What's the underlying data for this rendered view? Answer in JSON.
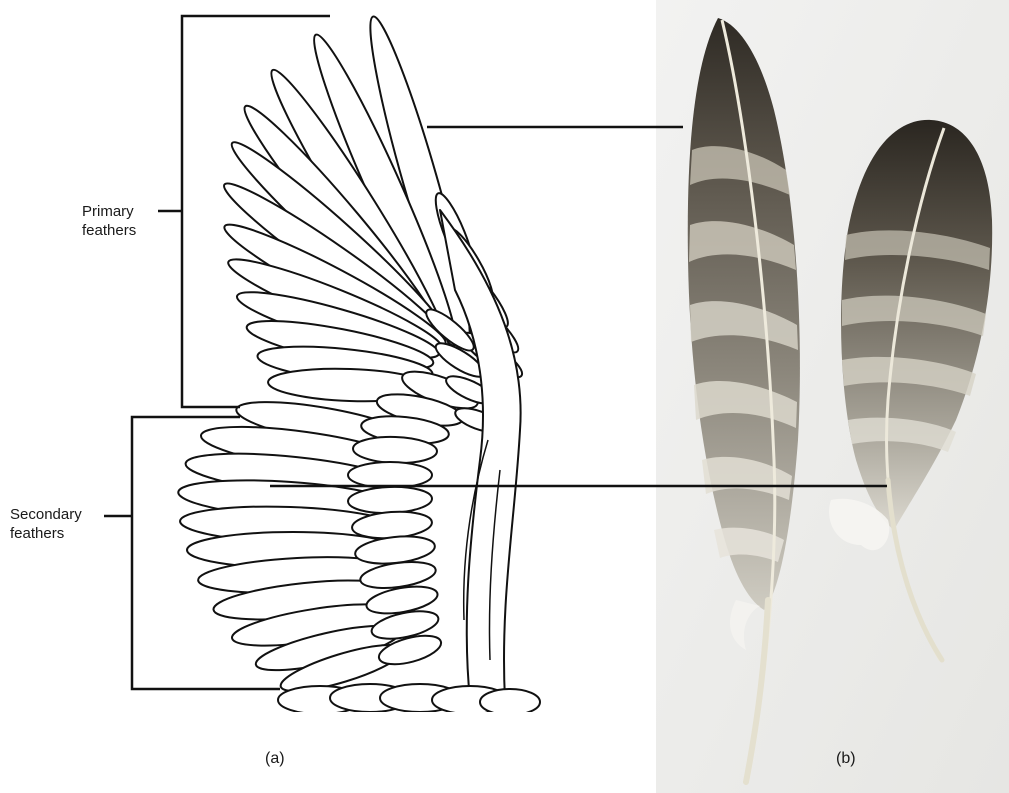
{
  "labels": {
    "primary_line1": "Primary",
    "primary_line2": "feathers",
    "secondary_line1": "Secondary",
    "secondary_line2": "feathers",
    "panel_a": "(a)",
    "panel_b": "(b)"
  },
  "colors": {
    "ink": "#111111",
    "photo_background": "#ececea",
    "feather_dark": "#3f3a32",
    "feather_light": "#d9d6cc",
    "shaft": "#ece9dc"
  }
}
